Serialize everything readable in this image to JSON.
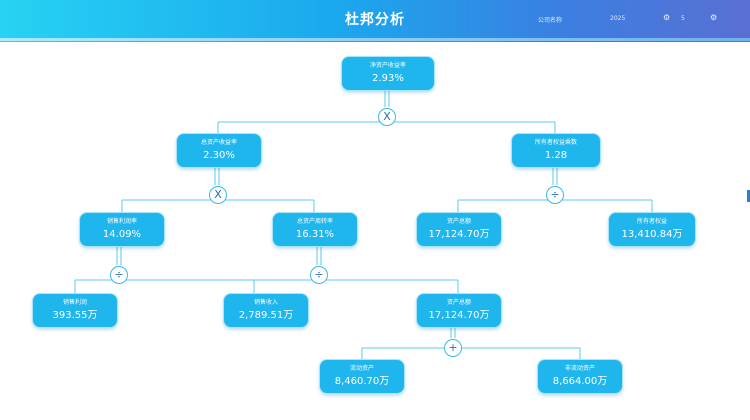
{
  "header": {
    "title": "杜邦分析",
    "company_label": "公司名称",
    "year": "2025",
    "gear_icon": "gear-icon",
    "number": "5",
    "settings_icon": "settings-icon"
  },
  "nodes": {
    "roe": {
      "label": "净资产收益率",
      "value": "2.93%"
    },
    "roa": {
      "label": "总资产收益率",
      "value": "2.30%"
    },
    "equity_multiplier": {
      "label": "所有者权益乘数",
      "value": "1.28"
    },
    "net_margin": {
      "label": "销售利润率",
      "value": "14.09%"
    },
    "asset_turnover": {
      "label": "总资产周转率",
      "value": "16.31%"
    },
    "total_assets_a": {
      "label": "资产总额",
      "value": "17,124.70万"
    },
    "owner_equity": {
      "label": "所有者权益",
      "value": "13,410.84万"
    },
    "net_profit": {
      "label": "销售利润",
      "value": "393.55万"
    },
    "sales_revenue": {
      "label": "销售收入",
      "value": "2,789.51万"
    },
    "total_assets_b": {
      "label": "资产总额",
      "value": "17,124.70万"
    },
    "current_assets": {
      "label": "流动资产",
      "value": "8,460.70万"
    },
    "noncurrent_assets": {
      "label": "非流动资产",
      "value": "8,664.00万"
    }
  },
  "operators": {
    "roe_op": "X",
    "roa_op": "X",
    "em_op": "÷",
    "nm_op": "÷",
    "at_op": "÷",
    "ta_op": "+"
  }
}
